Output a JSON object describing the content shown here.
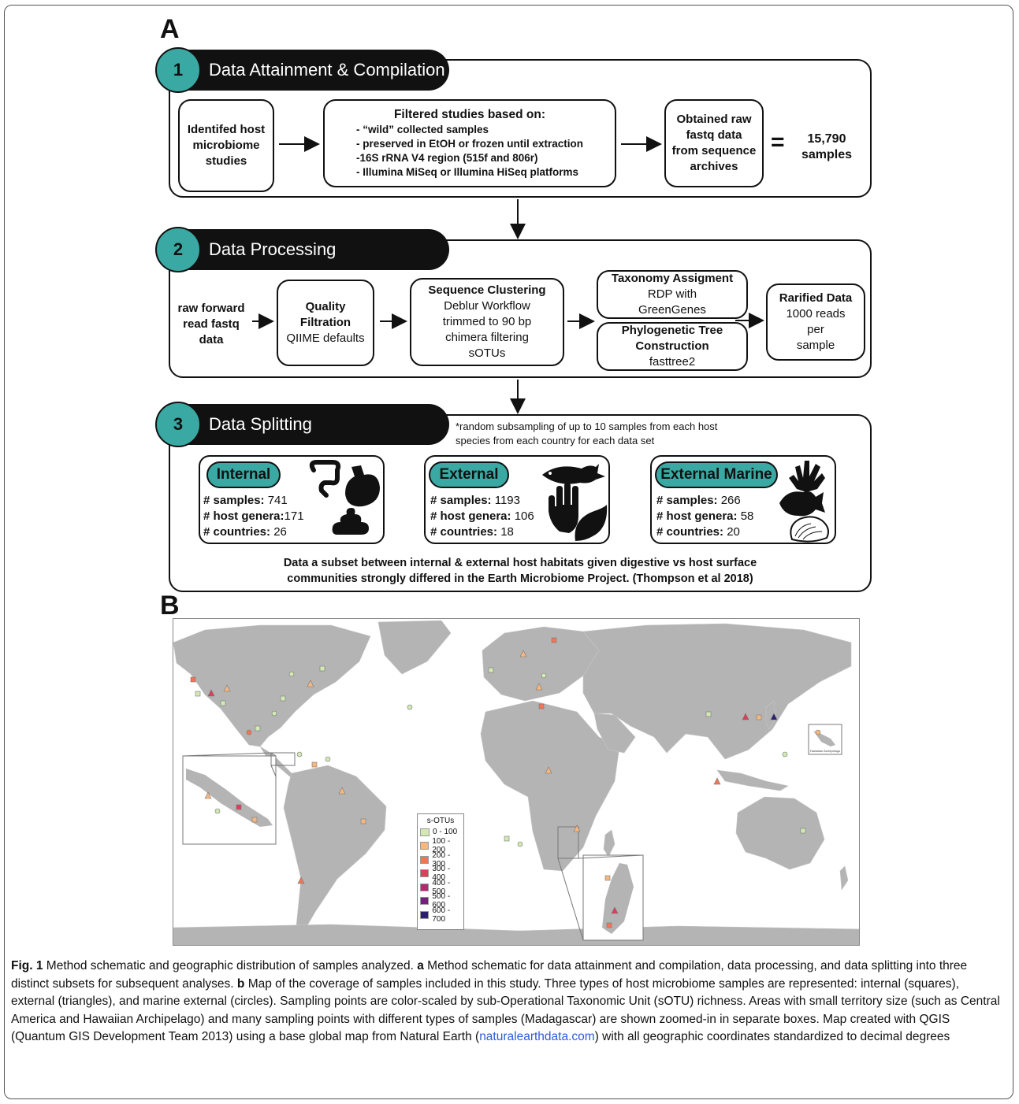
{
  "panel_a_label": "A",
  "panel_b_label": "B",
  "step1": {
    "number": "1",
    "title": "Data Attainment & Compilation",
    "box1": [
      "Identifed host",
      "microbiome",
      "studies"
    ],
    "box2_title": "Filtered studies based on:",
    "box2_items": [
      "- “wild” collected samples",
      "- preserved in EtOH or frozen until extraction",
      "-16S rRNA V4 region (515f and 806r)",
      "- Illumina MiSeq or Illumina HiSeq platforms"
    ],
    "box3": [
      "Obtained raw",
      "fastq data",
      "from sequence",
      "archives"
    ],
    "equals": "=",
    "result": [
      "15,790",
      "samples"
    ]
  },
  "step2": {
    "number": "2",
    "title": "Data Processing",
    "input": [
      "raw forward",
      "read fastq",
      "data"
    ],
    "quality_title": [
      "Quality",
      "Filtration"
    ],
    "quality_sub": "QIIME defaults",
    "cluster_title": "Sequence Clustering",
    "cluster_sub": [
      "Deblur Workflow",
      "trimmed to 90 bp",
      "chimera filtering",
      "sOTUs"
    ],
    "taxonomy_title": "Taxonomy Assigment",
    "taxonomy_sub": [
      "RDP  with",
      "GreenGenes"
    ],
    "phylo_title": [
      "Phylogenetic Tree",
      "Construction"
    ],
    "phylo_sub": "fasttree2",
    "rarified_title": "Rarified Data",
    "rarified_sub": [
      "1000 reads",
      "per",
      "sample"
    ]
  },
  "step3": {
    "number": "3",
    "title": "Data Splitting",
    "note": [
      "*random subsampling of up to 10 samples from each host",
      "species from each country for each data set"
    ],
    "subsets": [
      {
        "name": "Internal",
        "samples_label": "# samples:",
        "samples": "741",
        "genera_label": "# host genera:",
        "genera": "171",
        "countries_label": "# countries:",
        "countries": "26"
      },
      {
        "name": "External",
        "samples_label": "# samples:",
        "samples": "1193",
        "genera_label": "# host genera:",
        "genera": "106",
        "countries_label": "# countries:",
        "countries": "18"
      },
      {
        "name": "External Marine",
        "samples_label": "# samples:",
        "samples": "266",
        "genera_label": "# host genera:",
        "genera": "58",
        "countries_label": "# countries:",
        "countries": "20"
      }
    ],
    "footer": [
      "Data a subset between internal & external host habitats given digestive vs host surface",
      "communities strongly differed in the Earth Microbiome Project. (Thompson et al 2018)"
    ]
  },
  "map": {
    "legend_title": "s-OTUs",
    "legend": [
      {
        "label": "0 - 100",
        "color": "#d2e9b4"
      },
      {
        "label": "100 - 200",
        "color": "#f7b77e"
      },
      {
        "label": "200 - 300",
        "color": "#f27655"
      },
      {
        "label": "300 - 400",
        "color": "#dc3f5a"
      },
      {
        "label": "400 - 500",
        "color": "#b3286e"
      },
      {
        "label": "500 - 600",
        "color": "#7a1d7f"
      },
      {
        "label": "600 - 700",
        "color": "#2c1e73"
      }
    ],
    "hawaii_label": "Hawaiian Archipelago",
    "land_color": "#b4b4b4"
  },
  "caption": {
    "fig_label": "Fig. 1",
    "title": " Method schematic and geographic distribution of samples analyzed. ",
    "a_label": "a",
    "a_text": " Method schematic for data attainment and compilation, data processing, and data splitting into three distinct subsets for subsequent analyses. ",
    "b_label": "b",
    "b_text": " Map of the coverage of samples included in this study. Three types of host microbiome samples are represented: internal (squares), external (triangles), and marine external (circles). Sampling points are color-scaled by sub-Operational Taxonomic Unit (sOTU) richness. Areas with small territory size (such as Central America and Hawaiian Archipelago) and many sampling points with different types of samples (Madagascar) are shown zoomed-in in separate boxes. Map created with QGIS (Quantum GIS Development Team 2013) using a base global map from Natural Earth (",
    "link": "naturalearthdata.com",
    "end_text": ") with all geographic coordinates standardized to decimal degrees"
  }
}
